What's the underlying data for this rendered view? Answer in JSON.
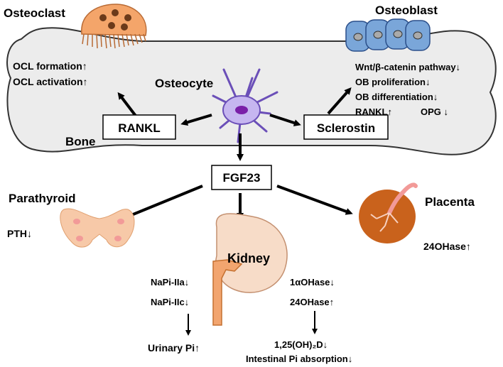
{
  "bone": {
    "label": "Bone",
    "osteoclast": "Osteoclast",
    "osteoblast": "Osteoblast",
    "osteocyte": "Osteocyte",
    "ocl_effects": [
      "OCL formation↑",
      "OCL activation↑"
    ],
    "ob_effects": [
      "Wnt/β-catenin pathway↓",
      "OB proliferation↓",
      "OB differentiation↓"
    ],
    "rankl_opg": [
      "RANKL↑",
      "OPG ↓"
    ],
    "rankl_box": "RANKL",
    "sclerostin_box": "Sclerostin"
  },
  "fgf23": "FGF23",
  "parathyroid": {
    "label": "Parathyroid",
    "effect": "PTH↓"
  },
  "placenta": {
    "label": "Placenta",
    "effect": "24OHase↑"
  },
  "kidney": {
    "label": "Kidney",
    "transporters": [
      "NaPi-IIa↓",
      "NaPi-IIc↓"
    ],
    "urinary": "Urinary Pi↑",
    "enzymes": [
      "1αOHase↓",
      "24OHase↑"
    ],
    "vitd": "1,25(OH)₂D↓",
    "intestinal": "Intestinal Pi absorption↓"
  },
  "colors": {
    "bone_fill": "#ececec",
    "osteoclast": "#f4a56a",
    "osteoblast": "#7aa6d9",
    "osteocyte": "#a88ce0",
    "thyroid": "#f7c9a8",
    "placenta": "#c9621c",
    "kidney": "#f7dcc8",
    "ureter": "#f2a56f"
  }
}
